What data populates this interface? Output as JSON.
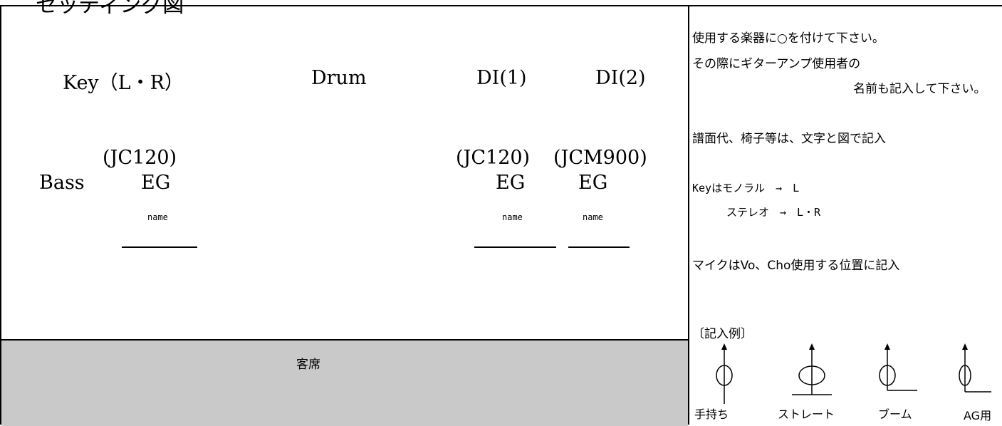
{
  "title": "セッティング図",
  "stage": {
    "key_label": "Key（L・R）",
    "drum_label": "Drum",
    "di1_label": "DI(1)",
    "di2_label": "DI(2)",
    "bass_label": "Bass",
    "amp_left": {
      "model": "(JC120)",
      "type": "EG",
      "name_label": "name"
    },
    "amp_mid": {
      "model": "(JC120)",
      "type": "EG",
      "name_label": "name"
    },
    "amp_right": {
      "model": "(JCM900)",
      "type": "EG",
      "name_label": "name"
    },
    "audience_label": "客席"
  },
  "notes": {
    "line1": "使用する楽器に○を付けて下さい。",
    "line2": "その際にギターアンプ使用者の",
    "line3": "名前も記入して下さい。",
    "line4": "譜面代、椅子等は、文字と図で記入",
    "line5": "Keyはモノラル　→　L",
    "line6": "ステレオ　→　L・R",
    "line7": "マイクはVo、Cho使用する位置に記入",
    "example_heading": "〔記入例〕"
  },
  "mic_examples": [
    {
      "label": "手持ち",
      "icon": "handheld-mic-icon"
    },
    {
      "label": "ストレート",
      "icon": "straight-stand-mic-icon"
    },
    {
      "label": "ブーム",
      "icon": "boom-stand-mic-icon"
    },
    {
      "label": "AG用",
      "icon": "ag-mic-icon"
    }
  ]
}
